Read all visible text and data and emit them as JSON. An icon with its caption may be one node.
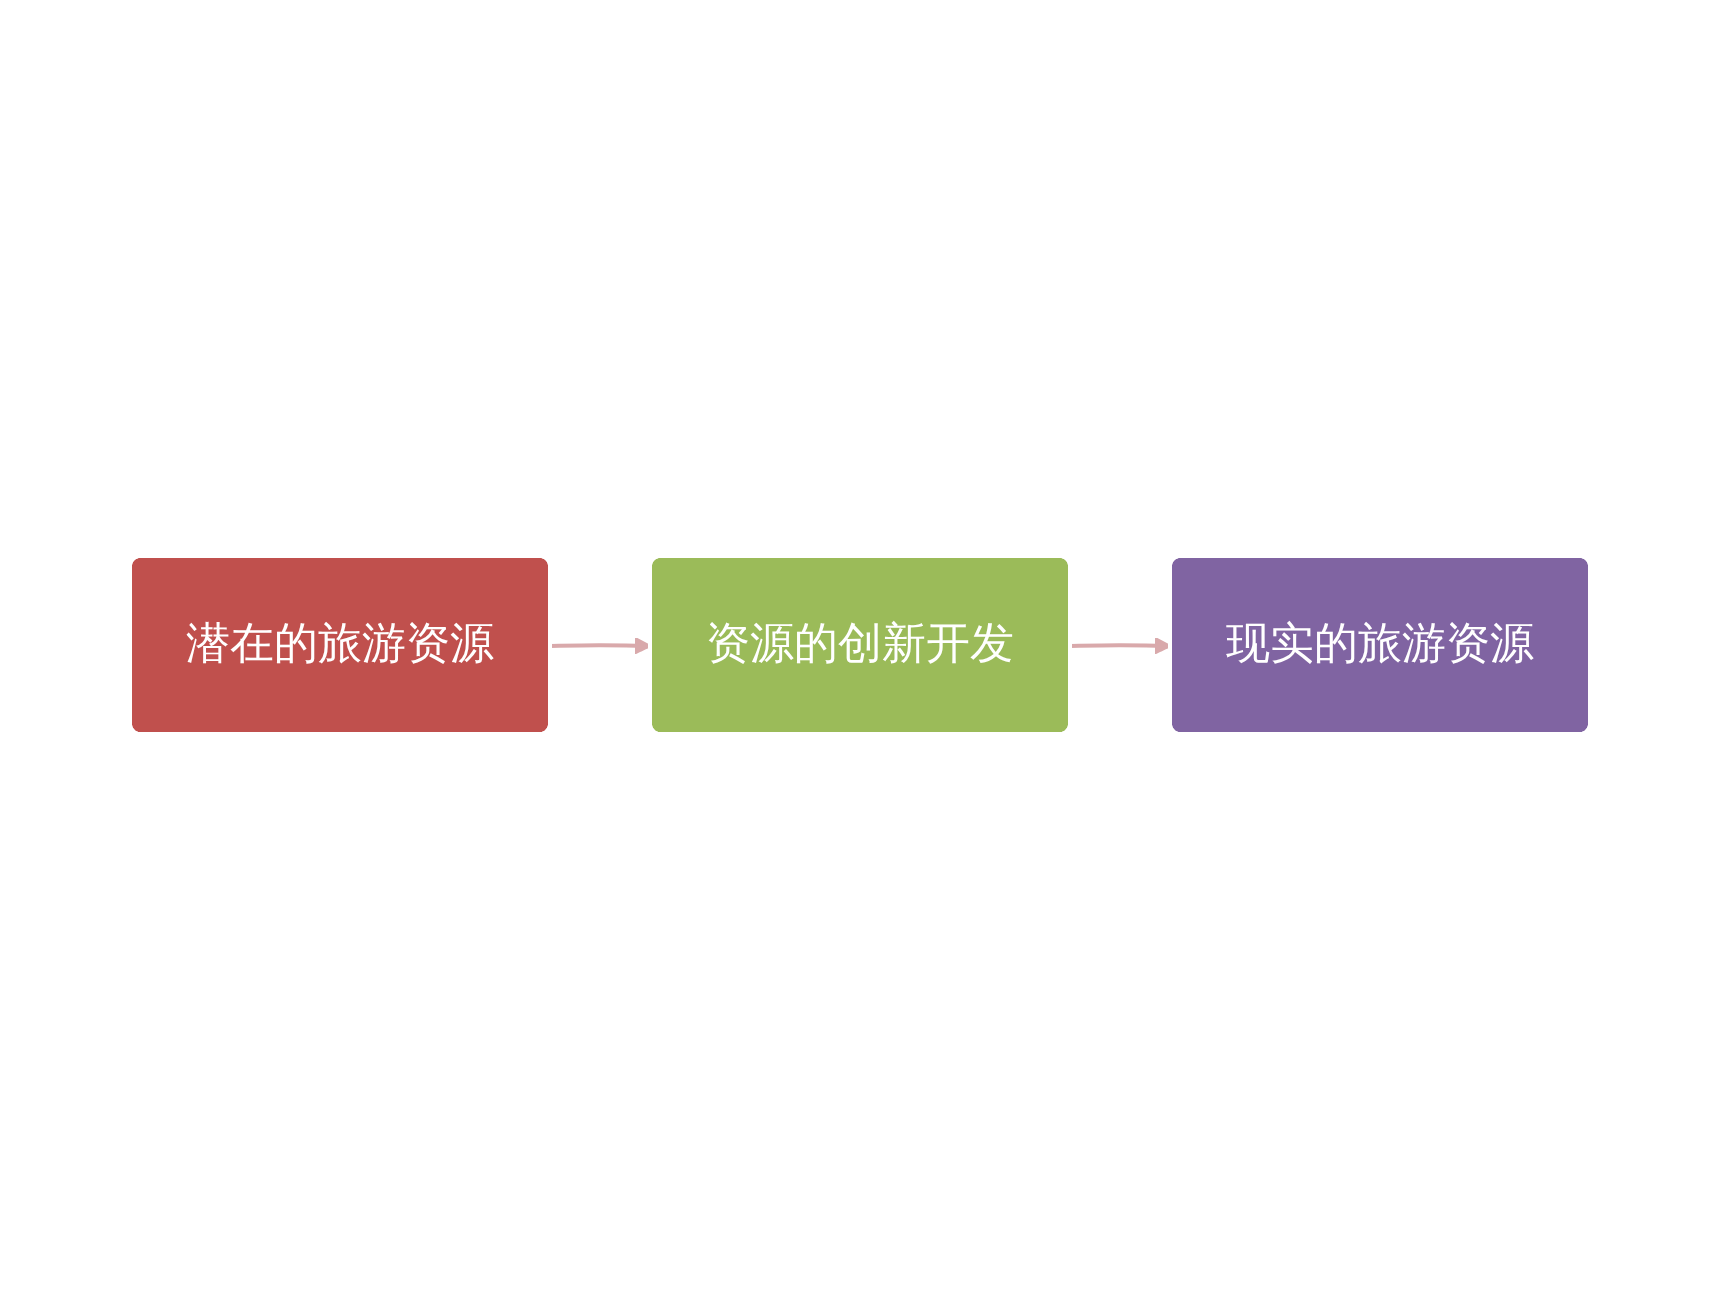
{
  "diagram": {
    "nodes": [
      {
        "text": [
          "潜在的旅游资源"
        ]
      },
      {
        "text": [
          "资源的创新开发"
        ]
      },
      {
        "text": [
          "现实的旅游资源"
        ]
      }
    ],
    "edges": [
      {
        "from": 0,
        "to": 1,
        "arrow": "to"
      },
      {
        "from": 1,
        "to": 2,
        "arrow": "to"
      }
    ]
  }
}
